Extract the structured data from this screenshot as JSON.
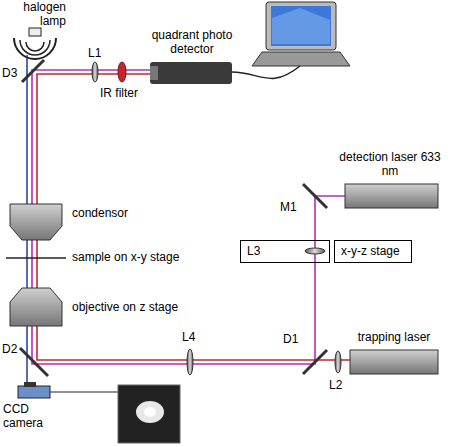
{
  "diagram": {
    "nodes": [
      {
        "text": [
          "L3"
        ]
      },
      {
        "text": [
          "x-y-z stage"
        ]
      }
    ],
    "labels": [
      "halogen lamp",
      "quadrant photo detector",
      "D3",
      "L1",
      "IR filter",
      "detection laser 633 nm",
      "condensor",
      "M1",
      "sample on x-y stage",
      "objective on z stage",
      "L4",
      "D1",
      "trapping laser",
      "D2",
      "L2",
      "CCD camera"
    ]
  }
}
